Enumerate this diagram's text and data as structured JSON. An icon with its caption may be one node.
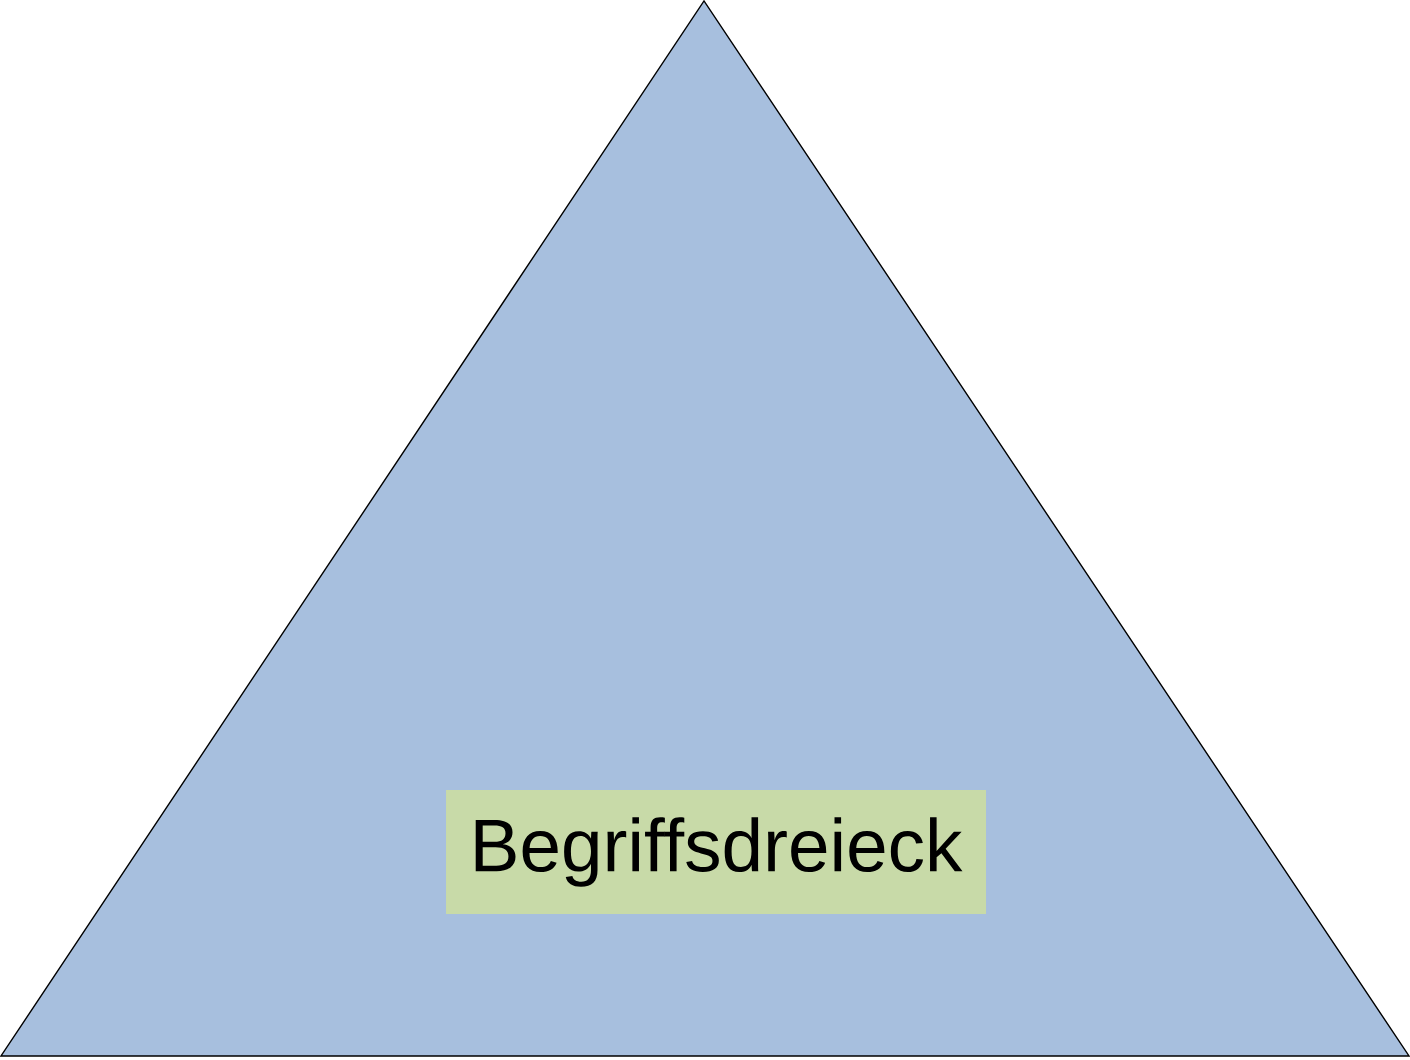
{
  "diagram": {
    "nodes": [
      {
        "text": [],
        "shape": "triangle"
      },
      {
        "text": [
          "Begriffsdreieck"
        ],
        "in": 0
      }
    ]
  }
}
